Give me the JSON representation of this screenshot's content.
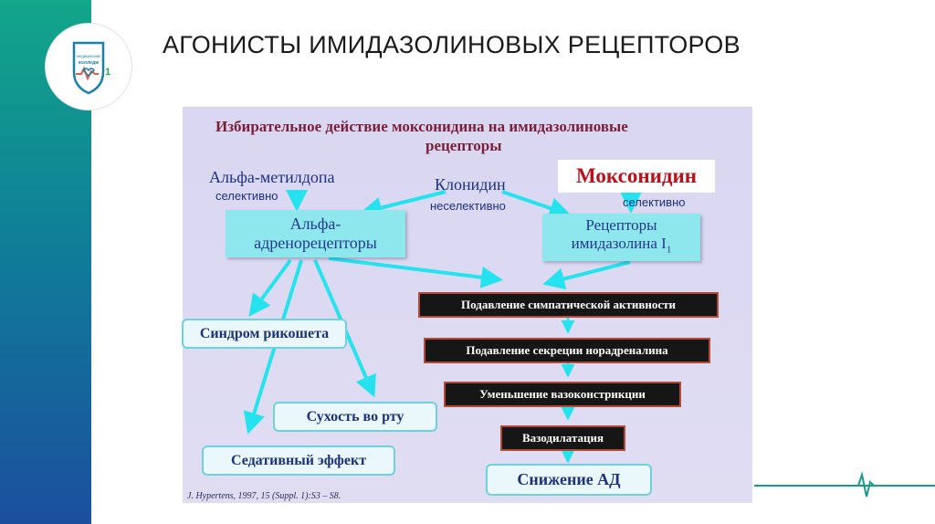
{
  "slide": {
    "title": "АГОНИСТЫ ИМИДАЗОЛИНОВЫХ РЕЦЕПТОРОВ",
    "logo_text": [
      "медицинский",
      "колледж"
    ],
    "logo_number": "1"
  },
  "figure": {
    "heading_line1": "Избирательное действие моксонидина на имидазолиновые",
    "heading_line2": "рецепторы",
    "drugs": {
      "alpha_methyldopa": "Альфа-метилдопа",
      "alpha_methyldopa_note": "селективно",
      "clonidine": "Клонидин",
      "clonidine_note": "неселективно",
      "moxonidine": "Моксонидин",
      "moxonidine_note": "селективно"
    },
    "receptors": {
      "alpha_line1": "Альфа-",
      "alpha_line2": "адренорецепторы",
      "imidazoline_line1": "Рецепторы",
      "imidazoline_line2": "имидазолина I",
      "imidazoline_sub": "1"
    },
    "side_effects": [
      "Синдром рикошета",
      "Сухость во рту",
      "Седативный эффект"
    ],
    "chain": [
      "Подавление симпатической активности",
      "Подавление секреции норадреналина",
      "Уменьшение вазоконстрикции",
      "Вазодилатация"
    ],
    "result": "Снижение АД",
    "citation": "J. Hypertens, 1997, 15 (Suppl. 1):S3 – S8.",
    "colors": {
      "arrow": "#24e3ee",
      "heading": "#7a1f3a",
      "moxonidine": "#b5121b",
      "chain_border": "#b14a3b"
    }
  }
}
